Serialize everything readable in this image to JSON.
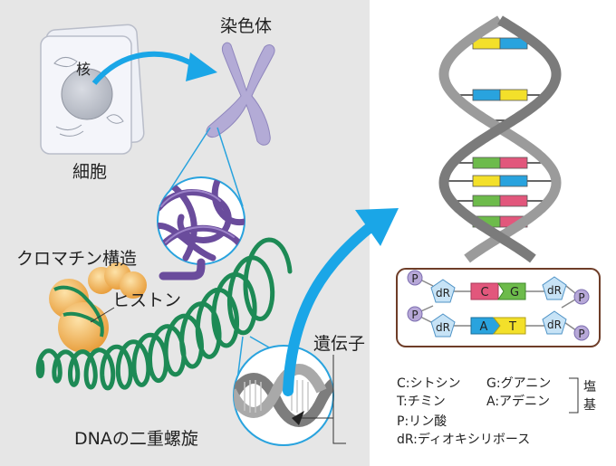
{
  "labels": {
    "nucleus": "核",
    "cell": "細胞",
    "chromosome": "染色体",
    "chromatin": "クロマチン構造",
    "histone": "ヒストン",
    "gene": "遺伝子",
    "dna_helix": "DNAの二重螺旋"
  },
  "pair_diagram": {
    "row1": {
      "left_sugar": "dR",
      "base_left": "C",
      "base_right": "G",
      "right_sugar": "dR"
    },
    "row2": {
      "left_sugar": "dR",
      "base_left": "A",
      "base_right": "T",
      "right_sugar": "dR"
    },
    "phosphate": "P"
  },
  "legend": {
    "c": "C:シトシン",
    "g": "G:グアニン",
    "t": "T:チミン",
    "a": "A:アデニン",
    "p": "P:リン酸",
    "dr": "dR:ディオキシリボース",
    "bases_label_1": "塩",
    "bases_label_2": "基"
  },
  "colors": {
    "background_left": "#e6e6e6",
    "cytosine": "#e2577c",
    "guanine": "#6dbb4b",
    "adenine": "#29a3de",
    "thymine": "#f3e02a",
    "phosphate": "#b7a8d8",
    "chromosome": "#b3abd6",
    "chromatin": "#6a4c9c",
    "histone": "#f3b256",
    "dna_green": "#1d8a55",
    "arrow_blue": "#1aa6e7",
    "backbone": "#8a8a8a"
  }
}
